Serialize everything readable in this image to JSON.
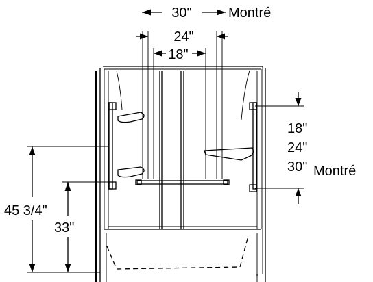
{
  "bar_width_dims": {
    "label_30": "30\"",
    "label_shown_top": "Montré",
    "label_24": "24\"",
    "label_18": "18\""
  },
  "vertical_bar_dims": {
    "label_18": "18\"",
    "label_24": "24\"",
    "label_30": "30\"",
    "label_shown_right": "Montré"
  },
  "height_dims": {
    "label_45_3_4": "45 3/4\"",
    "label_33": "33\""
  }
}
